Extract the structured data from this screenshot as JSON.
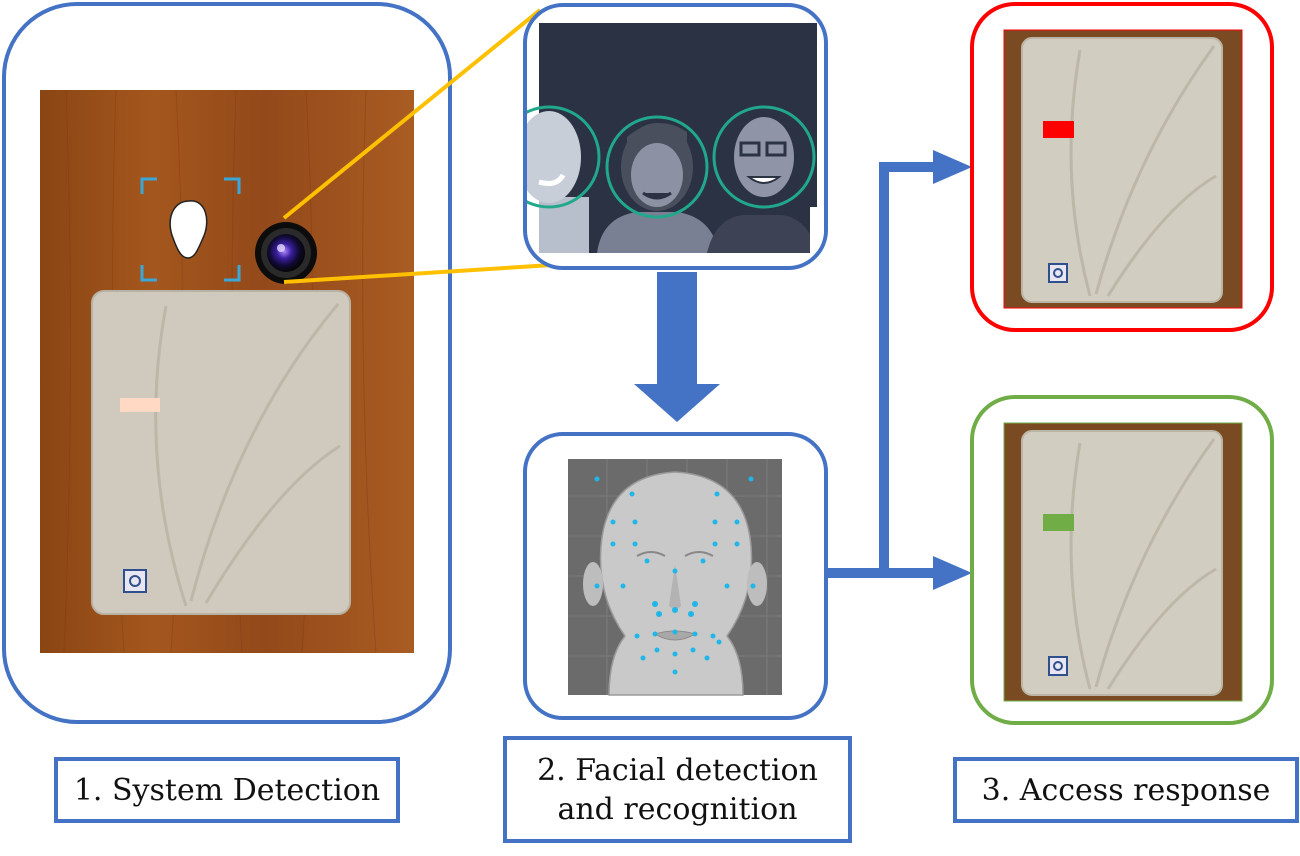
{
  "steps": {
    "step1": {
      "caption": "1. System Detection"
    },
    "step2": {
      "caption_line1": "2. Facial detection",
      "caption_line2": "and recognition"
    },
    "step3": {
      "caption": "3. Access response"
    }
  },
  "colors": {
    "frame": "#4472c4",
    "connector": "#ffc000",
    "denied": "#ff0000",
    "granted": "#70ad47",
    "face_point": "#1fb6e8"
  },
  "icons": {
    "camera": "camera-lens-icon",
    "reader": "card-reader-icon",
    "face_scan": "face-scan-icon"
  }
}
